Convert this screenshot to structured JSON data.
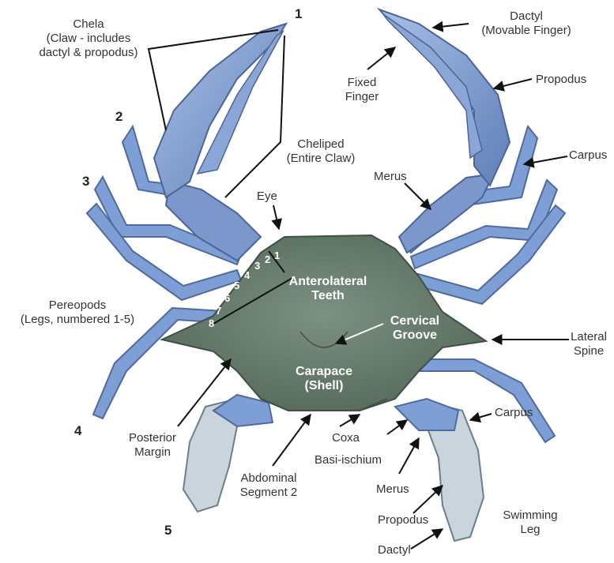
{
  "labels": {
    "chela_l1": "Chela",
    "chela_l2": "(Claw - includes",
    "chela_l3": "dactyl & propodus)",
    "dactyl_top_l1": "Dactyl",
    "dactyl_top_l2": "(Movable Finger)",
    "fixed_finger_l1": "Fixed",
    "fixed_finger_l2": "Finger",
    "propodus_top": "Propodus",
    "carpus_top": "Carpus",
    "cheliped_l1": "Cheliped",
    "cheliped_l2": "(Entire Claw)",
    "merus_top": "Merus",
    "eye": "Eye",
    "anterolateral_l1": "Anterolateral",
    "anterolateral_l2": "Teeth",
    "cervical_l1": "Cervical",
    "cervical_l2": "Groove",
    "carapace_l1": "Carapace",
    "carapace_l2": "(Shell)",
    "pereopods_l1": "Pereopods",
    "pereopods_l2": "(Legs, numbered 1-5)",
    "lateral_spine_l1": "Lateral",
    "lateral_spine_l2": "Spine",
    "posterior_l1": "Posterior",
    "posterior_l2": "Margin",
    "abdominal_l1": "Abdominal",
    "abdominal_l2": "Segment 2",
    "coxa": "Coxa",
    "basi_ischium": "Basi-ischium",
    "merus_bottom": "Merus",
    "propodus_bottom": "Propodus",
    "dactyl_bottom": "Dactyl",
    "carpus_bottom": "Carpus",
    "swimming_l1": "Swimming",
    "swimming_l2": "Leg"
  },
  "leg_numbers": [
    "1",
    "2",
    "3",
    "4",
    "5"
  ],
  "tooth_numbers": [
    "1",
    "2",
    "3",
    "4",
    "5",
    "6",
    "7",
    "8"
  ],
  "colors": {
    "shell": "#6f8474",
    "shell_dark": "#4d5f55",
    "claw_blue": "#7b97cc",
    "claw_light": "#a9c0e6",
    "leg_blue": "#7e9ed6",
    "joint_red": "#b56a52",
    "swim_leg": "#c9d4dc",
    "arrow": "#111111"
  }
}
